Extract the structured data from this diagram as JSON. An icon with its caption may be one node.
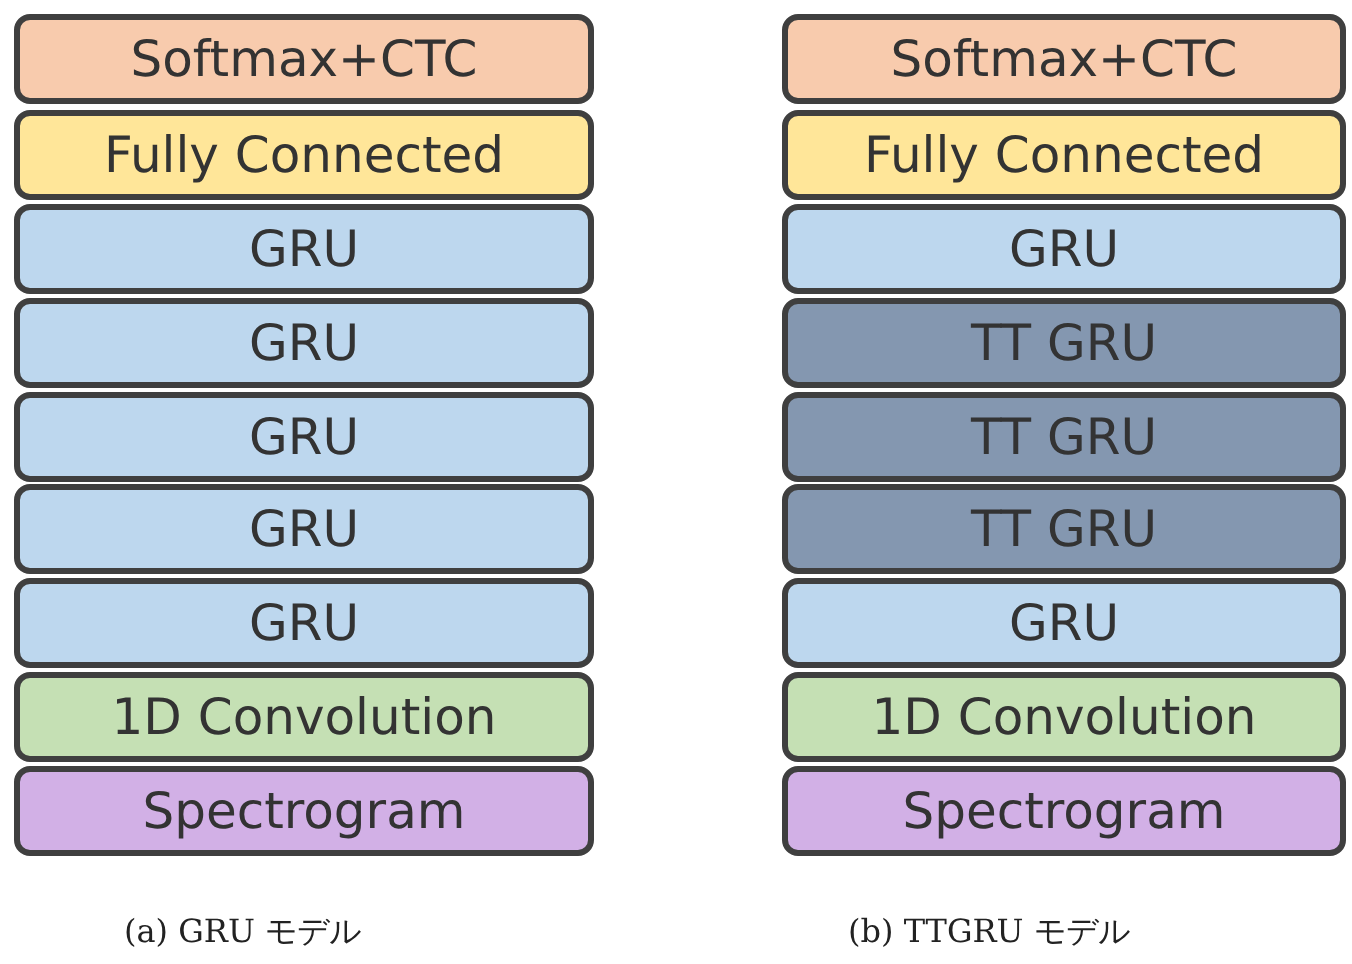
{
  "diagram": {
    "nodes": [
      {
        "text": [
          "Softmax+CTC"
        ]
      },
      {
        "text": [
          "Fully Connected"
        ]
      },
      {
        "text": [
          "GRU"
        ]
      },
      {
        "text": [
          "GRU"
        ]
      },
      {
        "text": [
          "GRU"
        ]
      },
      {
        "text": [
          "GRU"
        ]
      },
      {
        "text": [
          "GRU"
        ]
      },
      {
        "text": [
          "1D Convolution"
        ]
      },
      {
        "text": [
          "Spectrogram"
        ]
      },
      {
        "text": [
          "Softmax+CTC"
        ]
      },
      {
        "text": [
          "Fully Connected"
        ]
      },
      {
        "text": [
          "GRU"
        ]
      },
      {
        "text": [
          "TT GRU"
        ]
      },
      {
        "text": [
          "TT GRU"
        ]
      },
      {
        "text": [
          "TT GRU"
        ]
      },
      {
        "text": [
          "GRU"
        ]
      },
      {
        "text": [
          "1D Convolution"
        ]
      },
      {
        "text": [
          "Spectrogram"
        ]
      }
    ],
    "labels": [
      "(a) GRU モデル",
      "(b) TTGRU モデル"
    ]
  }
}
